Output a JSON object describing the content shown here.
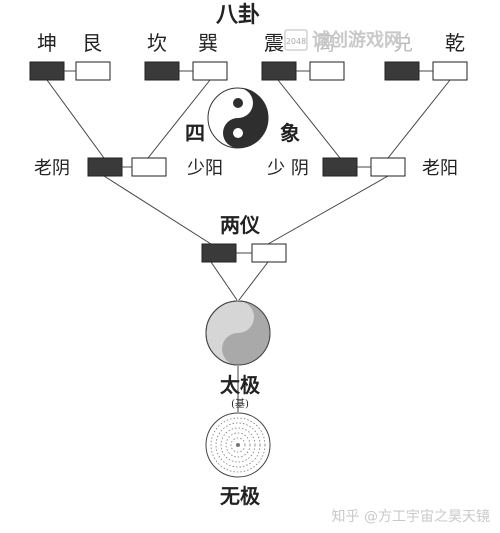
{
  "title_bagua": "八卦",
  "trigrams": [
    "坤",
    "艮",
    "坎",
    "巽",
    "震",
    "离",
    "兑",
    "乾"
  ],
  "sixiang_label": "四 象",
  "sixiang_left": "四",
  "sixiang_right": "象",
  "four_images": [
    "老阴",
    "少阳",
    "少 阴",
    "老阳"
  ],
  "liangyi": "两仪",
  "taiji": "太极",
  "taiji_note": "(基)",
  "wuji": "无极",
  "watermark_top": "诚创游戏网",
  "watermark_badge": "2048",
  "watermark_bottom": "知乎 @方工宇宙之昊天镜",
  "colors": {
    "yin_box": "#3a3a3a",
    "yang_box": "#ffffff",
    "line": "#444444",
    "watermark": "#c9c9c9"
  }
}
